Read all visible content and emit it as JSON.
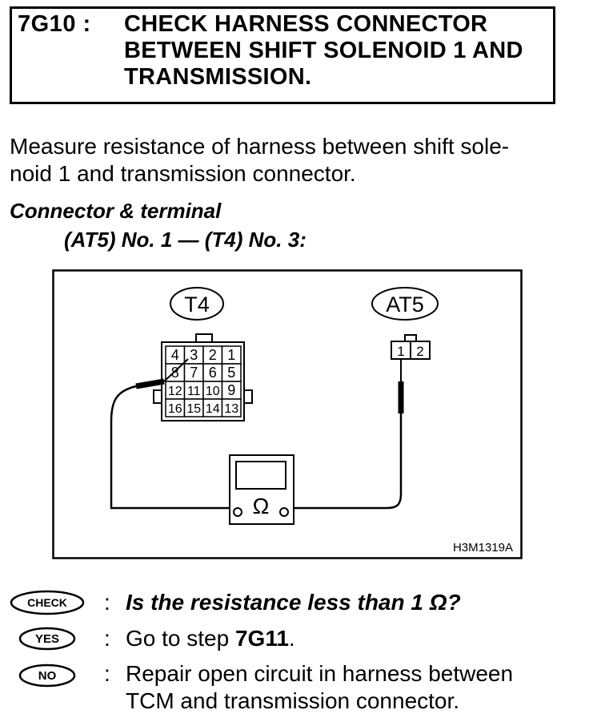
{
  "step": {
    "id": "7G10 :",
    "title_line1": "CHECK HARNESS CONNECTOR",
    "title_line2": "BETWEEN SHIFT SOLENOID 1 AND",
    "title_line3": "TRANSMISSION."
  },
  "instruction": {
    "line1": "Measure resistance of harness between shift sole-",
    "line2": "noid 1 and transmission connector."
  },
  "connector": {
    "heading": "Connector & terminal",
    "spec": "(AT5) No. 1 — (T4) No. 3:"
  },
  "diagram": {
    "t4_label": "T4",
    "at5_label": "AT5",
    "t4_pins": [
      [
        "4",
        "3",
        "2",
        "1"
      ],
      [
        "8",
        "7",
        "6",
        "5"
      ],
      [
        "12",
        "11",
        "10",
        "9"
      ],
      [
        "16",
        "15",
        "14",
        "13"
      ]
    ],
    "at5_pins": [
      "1",
      "2"
    ],
    "meter_symbol": "Ω",
    "figure_code": "H3M1319A"
  },
  "answers": {
    "check_badge": "CHECK",
    "check_text": "Is the resistance less than 1 Ω?",
    "yes_badge": "YES",
    "yes_text_prefix": "Go to step ",
    "yes_text_step": "7G11",
    "yes_text_suffix": ".",
    "no_badge": "NO",
    "no_text_line1": "Repair open circuit in harness between",
    "no_text_line2": "TCM and transmission connector.",
    "colon": ":"
  }
}
